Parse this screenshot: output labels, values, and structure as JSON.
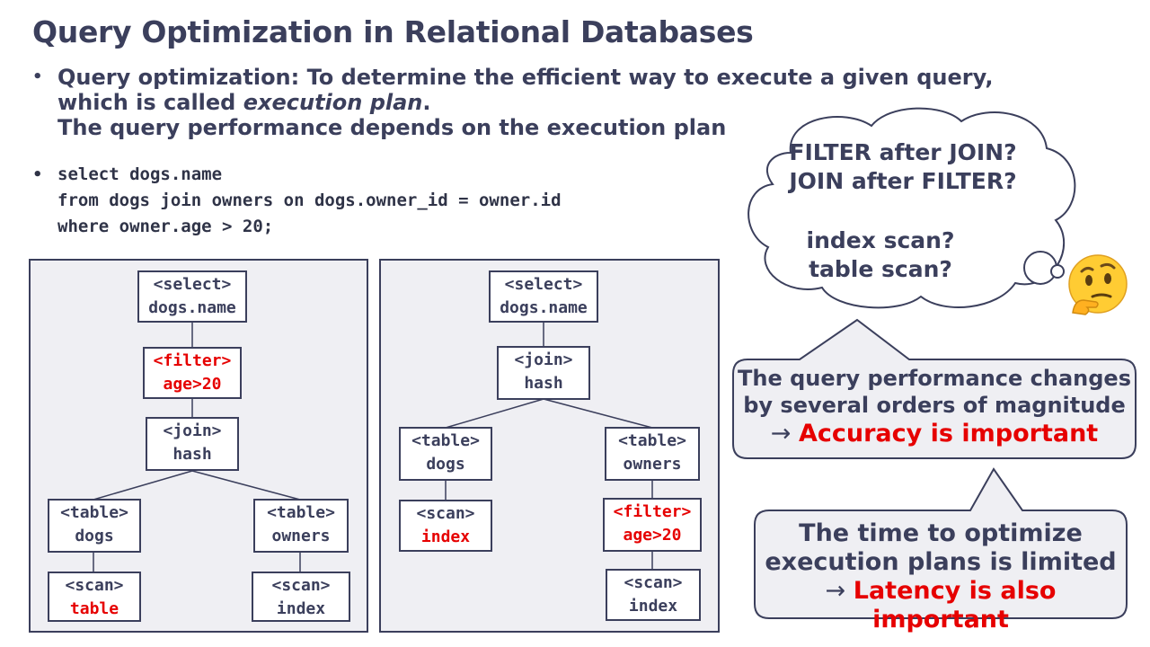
{
  "title": "Query Optimization in Relational Databases",
  "bullet1": {
    "lead": "Query optimization",
    "line1_rest": ": To determine the efficient way to execute a given query,",
    "line2_pre": "which is called ",
    "line2_em": "execution plan",
    "line2_post": ".",
    "line3": "The query performance depends on the execution plan"
  },
  "bullet2": {
    "lines": [
      "select dogs.name",
      "from dogs join owners on dogs.owner_id = owner.id",
      "where owner.age > 20;"
    ]
  },
  "plan_left": {
    "select": [
      "<select>",
      "dogs.name"
    ],
    "filter": [
      "<filter>",
      "age>20"
    ],
    "join": [
      "<join>",
      "hash"
    ],
    "table_dogs": [
      "<table>",
      "dogs"
    ],
    "table_owners": [
      "<table>",
      "owners"
    ],
    "scan_dogs": [
      "<scan>",
      "table"
    ],
    "scan_owners": [
      "<scan>",
      "index"
    ]
  },
  "plan_right": {
    "select": [
      "<select>",
      "dogs.name"
    ],
    "join": [
      "<join>",
      "hash"
    ],
    "table_dogs": [
      "<table>",
      "dogs"
    ],
    "table_owners": [
      "<table>",
      "owners"
    ],
    "scan_dogs": [
      "<scan>",
      "index"
    ],
    "filter": [
      "<filter>",
      "age>20"
    ],
    "scan_owners": [
      "<scan>",
      "index"
    ]
  },
  "cloud": {
    "q1": "FILTER after JOIN?",
    "q2": "JOIN after FILTER?",
    "q3": "index scan?",
    "q4": "table scan?"
  },
  "callout1": {
    "line1": "The query performance changes",
    "line2": "by several orders of magnitude",
    "arrow": "→ ",
    "emph": "Accuracy is important"
  },
  "callout2": {
    "line1": "The time to optimize",
    "line2": "execution plans is limited",
    "arrow": "→ ",
    "emph": "Latency is also important"
  },
  "colors": {
    "text": "#3b3f5c",
    "highlight": "#e60000",
    "panel_bg": "#efeff3"
  },
  "emoji": "thinking-face"
}
